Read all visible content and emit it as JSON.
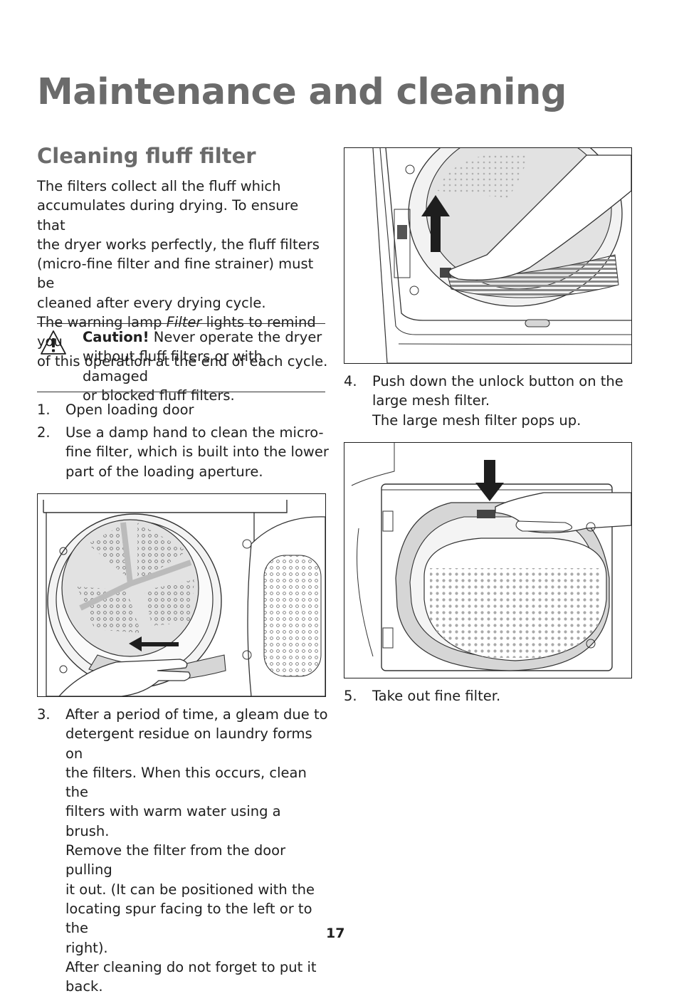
{
  "page": {
    "title": "Maintenance and cleaning",
    "section_title": "Cleaning fluff filter",
    "page_number": "17"
  },
  "intro": {
    "line1": "The filters collect all the fluff which",
    "line2": "accumulates during drying. To ensure that",
    "line3": "the dryer works perfectly, the fluff filters",
    "line4": "(micro-fine filter and fine strainer) must be",
    "line5": "cleaned after every drying cycle.",
    "line6_before": "The warning lamp ",
    "line6_italic": "Filter",
    "line6_after": " lights to remind you",
    "line7": "of this operation at the end of each cycle."
  },
  "caution": {
    "label": "Caution!",
    "line1": " Never operate the dryer",
    "line2": "without fluff filters or with damaged",
    "line3": "or blocked fluff filters.",
    "icon": "warning-triangle-icon"
  },
  "steps": {
    "s1": {
      "num": "1.",
      "lines": [
        "Open loading door"
      ]
    },
    "s2": {
      "num": "2.",
      "lines": [
        "Use a damp hand to clean the micro-",
        "fine filter, which is built into the lower",
        "part of the loading aperture."
      ]
    },
    "s3": {
      "num": "3.",
      "lines": [
        "After a period of time, a gleam due to",
        "detergent residue on laundry forms on",
        "the filters. When this occurs, clean the",
        "filters with warm water using a brush.",
        "Remove the filter from the door pulling",
        "it out. (It can be positioned with the",
        "locating spur facing to the left or to the",
        "right).",
        "After cleaning do not forget to put it",
        "back."
      ]
    },
    "s4": {
      "num": "4.",
      "lines": [
        "Push down the unlock button on the",
        "large mesh filter.",
        "The large mesh filter pops up."
      ]
    },
    "s5": {
      "num": "5.",
      "lines": [
        "Take out fine filter."
      ]
    }
  },
  "colors": {
    "title_gray": "#6b6b6b",
    "text": "#1e1e1e",
    "drum_fill": "#e2e2e2",
    "filter_fill": "#d6d6d6"
  }
}
